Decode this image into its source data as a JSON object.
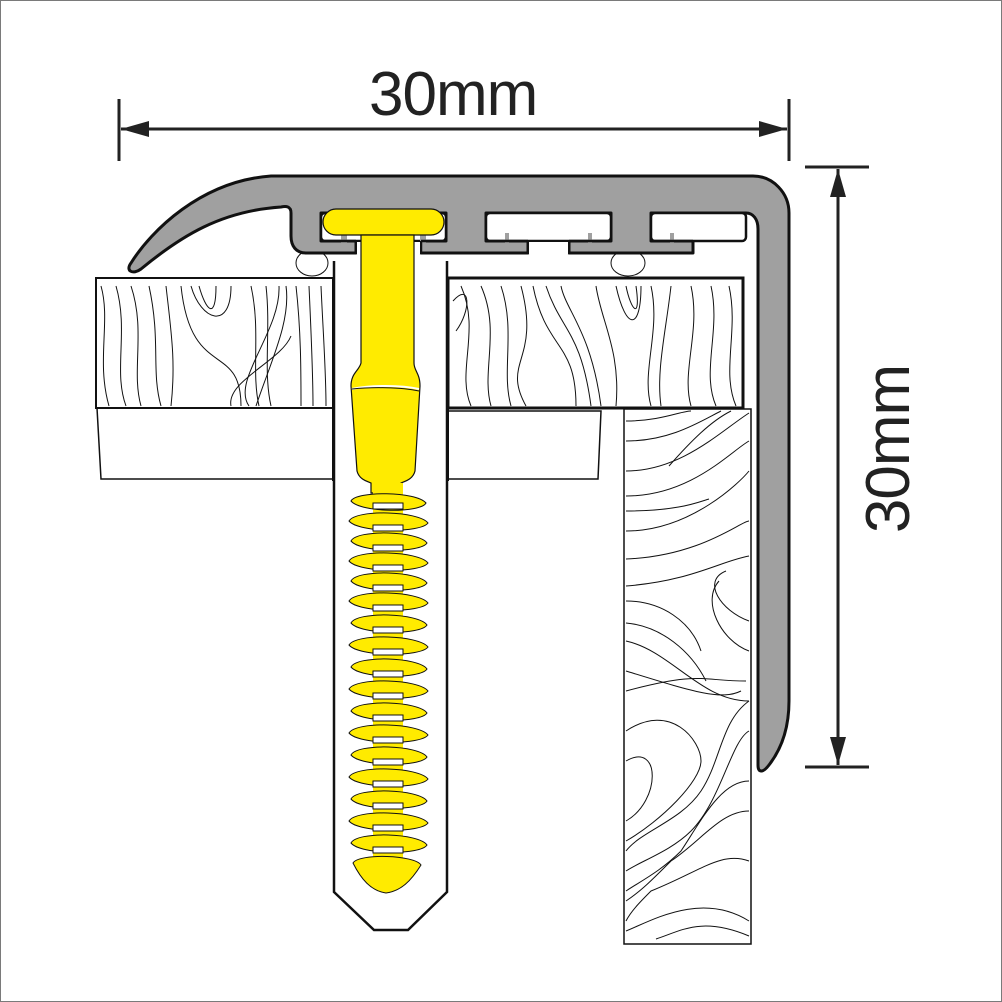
{
  "diagram": {
    "type": "technical cross-section",
    "subject": "stair nosing profile with screw-in anchor",
    "dimensions": {
      "width_label": "30mm",
      "height_label": "30mm"
    },
    "parts": [
      {
        "id": "profile",
        "description": "aluminium L-shaped nosing profile",
        "color": "#a0a0a0"
      },
      {
        "id": "anchor",
        "description": "yellow T-head screw anchor with ribbed shank",
        "color": "#ffeb00"
      },
      {
        "id": "tread",
        "description": "horizontal wood tread board with grain",
        "color": "#ffffff"
      },
      {
        "id": "riser",
        "description": "vertical wood riser board with grain",
        "color": "#ffffff"
      },
      {
        "id": "drill-hole",
        "description": "drilled pilot hole with pointed bottom",
        "color": "#ffffff"
      }
    ],
    "colors": {
      "outline": "#111111",
      "profile_fill": "#a0a0a0",
      "anchor_fill": "#ffeb00",
      "dimension_line": "#222222",
      "frame_border": "#7a7a7a",
      "background": "#ffffff"
    }
  }
}
